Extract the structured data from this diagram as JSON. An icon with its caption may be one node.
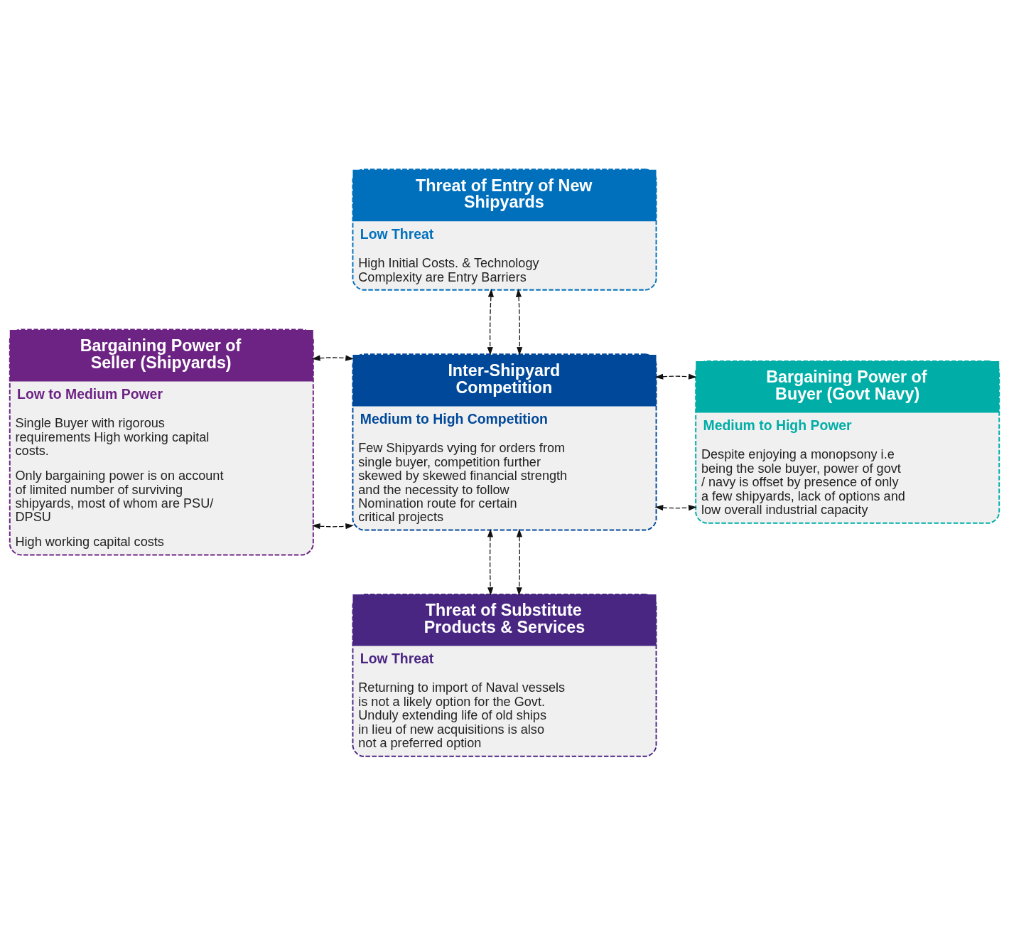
{
  "diagram": {
    "nodes": [
      {
        "text": [
          "Threat of Entry of New Shipyards",
          "Low Threat",
          "High Initial Costs. & Technology Complexity are Entry Barriers"
        ]
      },
      {
        "text": [
          "Bargaining Power of Seller (Shipyards)",
          "Low to Medium Power",
          "Single Buyer with rigorous requirements High working capital costs.",
          "Only bargaining power is on account of limited number of surviving shipyards, most of whom are PSU/ DPSU",
          "High working capital costs"
        ]
      },
      {
        "text": [
          "Inter-Shipyard Competition",
          "Medium to High Competition",
          "Few Shipyards vying for orders from single buyer, competition further skewed by skewed financial strength and the necessity to follow Nomination route for certain critical projects"
        ]
      },
      {
        "text": [
          "Bargaining Power of Buyer (Govt Navy)",
          "Medium to High Power",
          "Despite enjoying a monopsony i.e being the sole buyer, power of govt / navy is offset by presence of only a few shipyards, lack of options and low overall industrial capacity"
        ]
      },
      {
        "text": [
          "Threat of Substitute Products & Services",
          "Low Threat",
          "Returning to import of Naval vessels is not a likely option for the Govt. Unduly extending life of old ships in lieu of new acquisitions is also not a preferred option"
        ]
      }
    ],
    "edges": [
      {
        "from": 0,
        "to": 2,
        "arrow": "both",
        "style": "dashed"
      },
      {
        "from": 0,
        "to": 2,
        "arrow": "both",
        "style": "dashed"
      },
      {
        "from": 1,
        "to": 2,
        "arrow": "both",
        "style": "dashed"
      },
      {
        "from": 2,
        "to": 3,
        "arrow": "both",
        "style": "dashed"
      },
      {
        "from": 1,
        "to": 2,
        "arrow": "both",
        "style": "dashed"
      },
      {
        "from": 2,
        "to": 3,
        "arrow": "both",
        "style": "dashed"
      },
      {
        "from": 2,
        "to": 4,
        "arrow": "both",
        "style": "dashed"
      },
      {
        "from": 2,
        "to": 4,
        "arrow": "both",
        "style": "dashed"
      }
    ]
  }
}
